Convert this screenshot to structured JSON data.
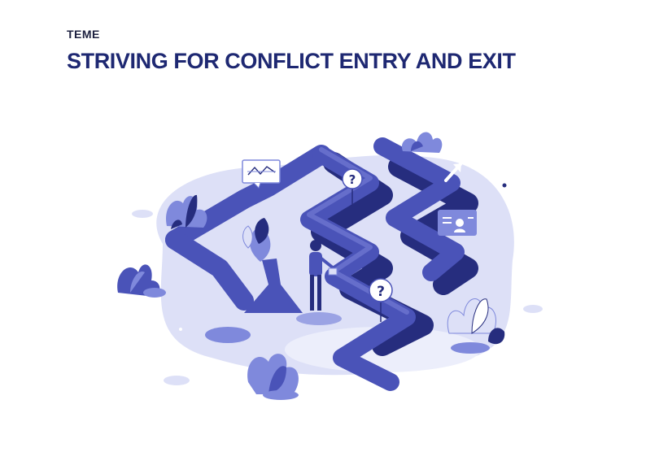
{
  "header": {
    "eyebrow": "TEME",
    "title": "STRIVING FOR CONFLICT ENTRY AND EXIT"
  },
  "illustration": {
    "question_mark": "?",
    "colors": {
      "deep_navy": "#262d7e",
      "mid_indigo": "#4a53b8",
      "periwinkle": "#7f89dc",
      "light_lavender": "#dde0f7",
      "pale_lavender": "#eceefb"
    },
    "icons": [
      "chart-card-icon",
      "question-pin-icon",
      "arrow-cursor-icon",
      "id-card-icon",
      "person-figure",
      "plant-icon"
    ]
  }
}
